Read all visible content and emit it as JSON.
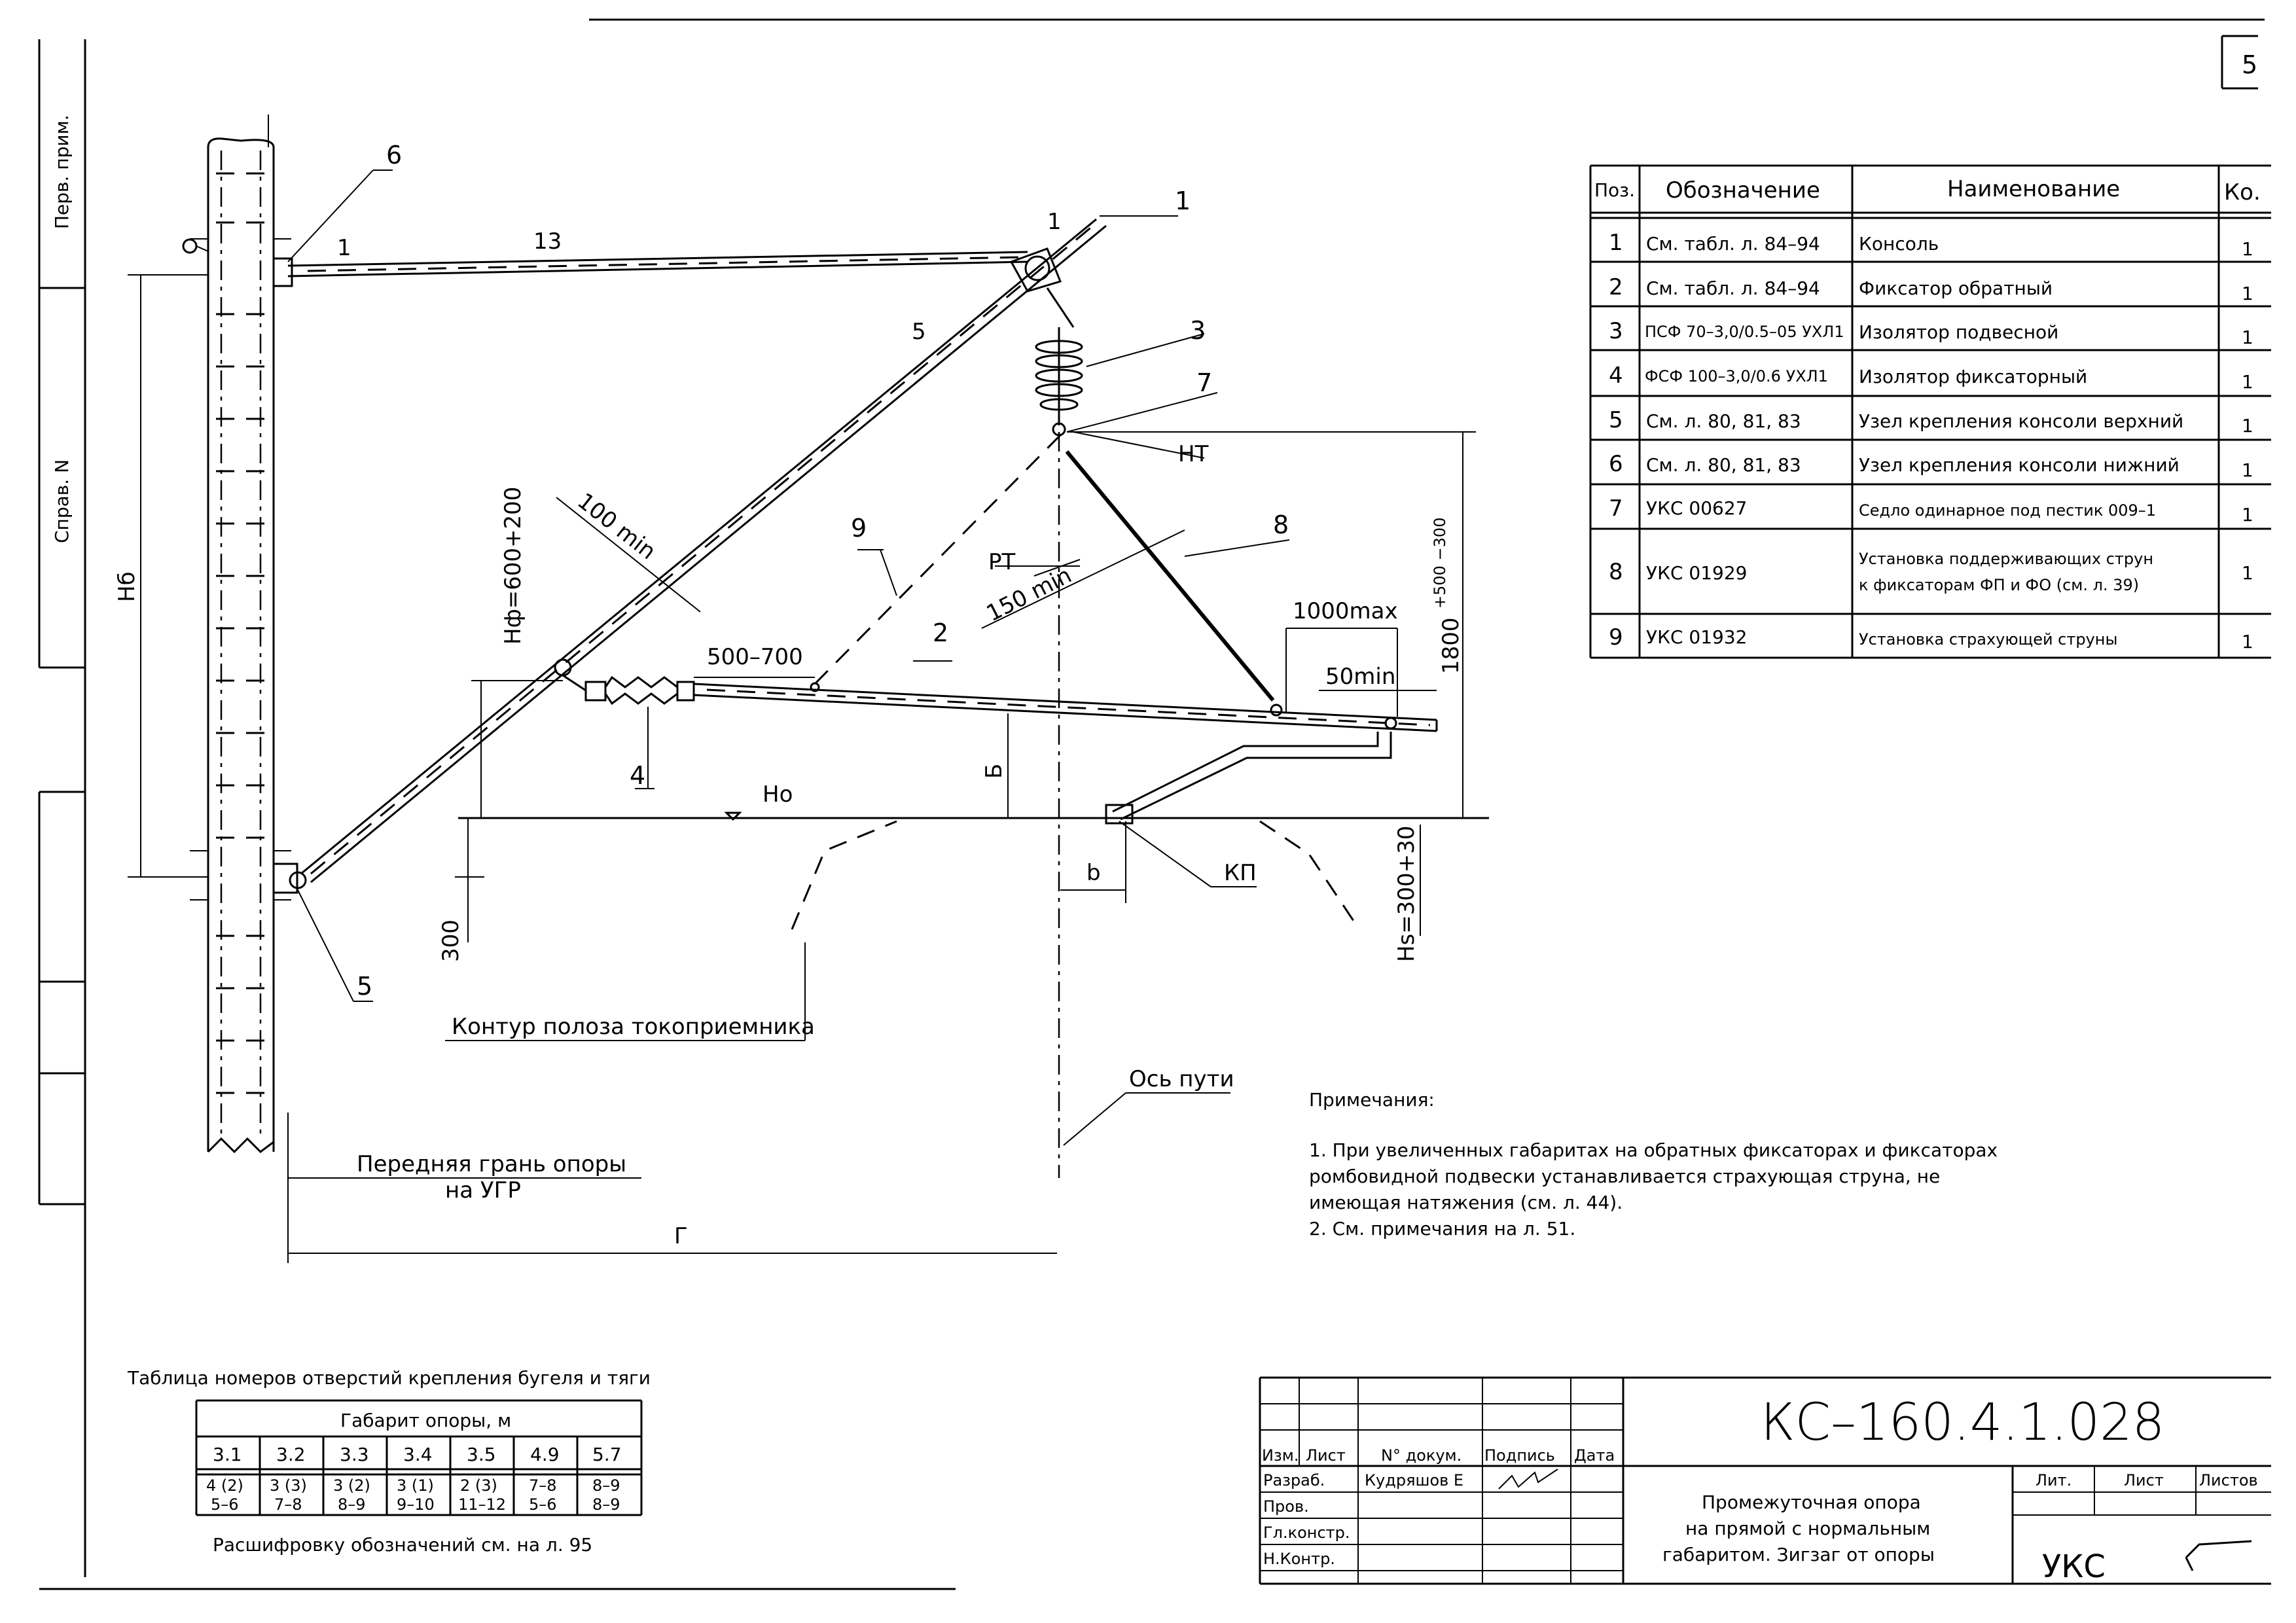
{
  "sheet": {
    "page_number_fragment": "5",
    "side_labels": [
      "Перв. прим.",
      "Справ. N"
    ]
  },
  "drawing": {
    "position_labels": [
      "1",
      "1",
      "2",
      "3",
      "4",
      "5",
      "5",
      "6",
      "7",
      "8",
      "9",
      "13"
    ],
    "points": {
      "HT": "НТ",
      "PT": "РТ",
      "KP": "КП",
      "H0": "Hо"
    },
    "dimensions": {
      "hf": "Hф=600+200",
      "hb": "Нб",
      "d100": "100 min",
      "d150": "150 min",
      "d500_700": "500–700",
      "d1000": "1000max",
      "d50": "50min",
      "d1800": "1800",
      "d1800_tol": "+500 −300",
      "d300": "300",
      "b_upper": "Б",
      "b_lower": "b",
      "hs": "Hs=300+30",
      "g": "Г"
    },
    "labels": {
      "pantograph": "Контур полоза токоприемника",
      "axis": "Ось пути",
      "front_face_1": "Передняя грань опоры",
      "front_face_2": "на УГР"
    }
  },
  "spec_table": {
    "headers": [
      "Поз.",
      "Обозначение",
      "Наименование",
      "Ко."
    ],
    "rows": [
      {
        "pos": "1",
        "code": "См. табл. л. 84–94",
        "name": "Консоль",
        "qty": "1"
      },
      {
        "pos": "2",
        "code": "См. табл. л. 84–94",
        "name": "Фиксатор обратный",
        "qty": "1"
      },
      {
        "pos": "3",
        "code": "ПСФ 70–3,0/0.5–05 УХЛ1",
        "name": "Изолятор подвесной",
        "qty": "1"
      },
      {
        "pos": "4",
        "code": "ФСФ 100–3,0/0.6 УХЛ1",
        "name": "Изолятор фиксаторный",
        "qty": "1"
      },
      {
        "pos": "5",
        "code": "См. л. 80, 81, 83",
        "name": "Узел крепления консоли верхний",
        "qty": "1"
      },
      {
        "pos": "6",
        "code": "См. л. 80, 81, 83",
        "name": "Узел крепления консоли нижний",
        "qty": "1"
      },
      {
        "pos": "7",
        "code": "УКС 00627",
        "name": "Седло одинарное под пестик 009–1",
        "qty": "1"
      },
      {
        "pos": "8",
        "code": "УКС 01929",
        "name": "Установка поддерживающих струн",
        "name2": "к фиксаторам ФП и ФО (см. л. 39)",
        "qty": "1"
      },
      {
        "pos": "9",
        "code": "УКС 01932",
        "name": "Установка страхующей струны",
        "qty": "1"
      }
    ]
  },
  "notes": {
    "title": "Примечания:",
    "lines": [
      "1. При увеличенных габаритах на обратных фиксаторах и фиксаторах",
      "ромбовидной подвески устанавливается страхующая струна, не",
      "имеющая натяжения (см. л. 44).",
      "2. См. примечания на л. 51."
    ]
  },
  "holes_table": {
    "title": "Таблица номеров отверстий крепления бугеля и тяги",
    "header": "Габарит опоры, м",
    "columns": [
      {
        "size": "3.1",
        "top": "4 (2)",
        "bottom": "5–6"
      },
      {
        "size": "3.2",
        "top": "3 (3)",
        "bottom": "7–8"
      },
      {
        "size": "3.3",
        "top": "3 (2)",
        "bottom": "8–9"
      },
      {
        "size": "3.4",
        "top": "3 (1)",
        "bottom": "9–10"
      },
      {
        "size": "3.5",
        "top": "2 (3)",
        "bottom": "11–12"
      },
      {
        "size": "4.9",
        "top": "7–8",
        "bottom": "5–6"
      },
      {
        "size": "5.7",
        "top": "8–9",
        "bottom": "8–9"
      }
    ],
    "footnote": "Расшифровку обозначений см. на л. 95"
  },
  "title_block": {
    "code": "КС–160.4.1.028",
    "headers": [
      "Изм.",
      "Лист",
      "N° докум.",
      "Подпись",
      "Дата"
    ],
    "roles": [
      {
        "role": "Разраб.",
        "name": "Кудряшов Е"
      },
      {
        "role": "Пров.",
        "name": ""
      },
      {
        "role": "Гл.констр.",
        "name": ""
      },
      {
        "role": "Н.Контр.",
        "name": ""
      }
    ],
    "description": [
      "Промежуточная опора",
      "на прямой с нормальным",
      "габаритом. Зигзаг от опоры"
    ],
    "lit_headers": [
      "Лит.",
      "Лист",
      "Листов"
    ],
    "org": "УКС"
  }
}
